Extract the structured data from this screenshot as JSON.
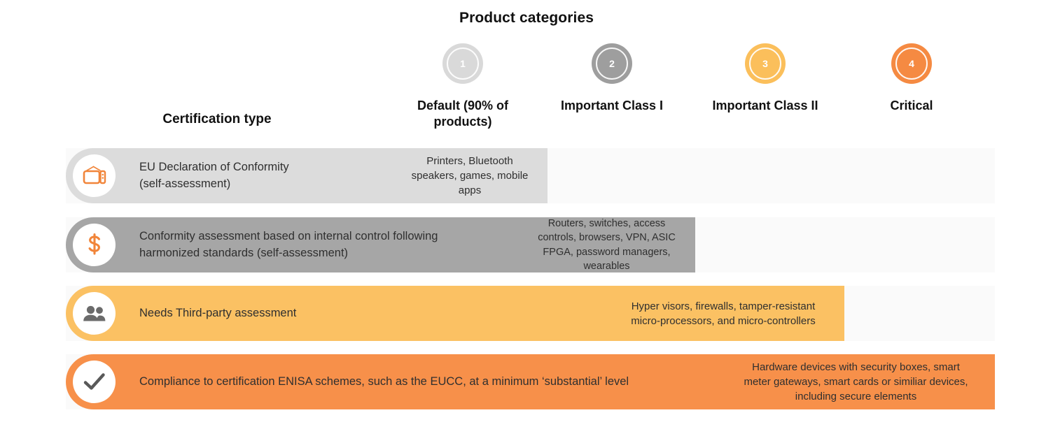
{
  "title": "Product categories",
  "cert_type_header": "Certification type",
  "colors": {
    "cat1": "#d9d9d9",
    "cat2": "#9e9e9e",
    "cat3": "#fbbf5b",
    "cat4": "#f58a42",
    "track": "#fafafa",
    "row1_fill": "#dcdcdc",
    "row2_fill": "#a6a6a6",
    "row3_fill": "#fbc163",
    "row4_fill": "#f7904a",
    "icon_orange": "#f1853a",
    "icon_gray": "#6b6b6b",
    "text": "#2f2f2f"
  },
  "categories": [
    {
      "number": "1",
      "label": "Default (90% of products)",
      "color": "#d9d9d9"
    },
    {
      "number": "2",
      "label": "Important Class I",
      "color": "#9e9e9e"
    },
    {
      "number": "3",
      "label": "Important Class II",
      "color": "#fbbf5b"
    },
    {
      "number": "4",
      "label": "Critical",
      "color": "#f58a42"
    }
  ],
  "rows": [
    {
      "icon": "tv-icon",
      "label": "EU Declaration of Conformity\n(self-assessment)",
      "fill_color": "#dcdcdc",
      "cell": "Printers, Bluetooth\nspeakers, games, mobile\napps"
    },
    {
      "icon": "dollar-icon",
      "label": "Conformity assessment based on internal control following\nharmonized standards (self-assessment)",
      "fill_color": "#a6a6a6",
      "cell": "Routers, switches, access\ncontrols, browsers, VPN, ASIC\nFPGA, password managers,\nwearables"
    },
    {
      "icon": "people-icon",
      "label": "Needs Third-party assessment",
      "fill_color": "#fbc163",
      "cell": "Hyper visors, firewalls, tamper-resistant\nmicro-processors, and micro-controllers"
    },
    {
      "icon": "check-icon",
      "label": "Compliance to certification ENISA schemes, such as the EUCC, at a minimum ‘substantial’ level",
      "fill_color": "#f7904a",
      "cell": "Hardware devices with security boxes, smart\nmeter gateways, smart cards or similiar devices,\nincluding secure elements"
    }
  ]
}
